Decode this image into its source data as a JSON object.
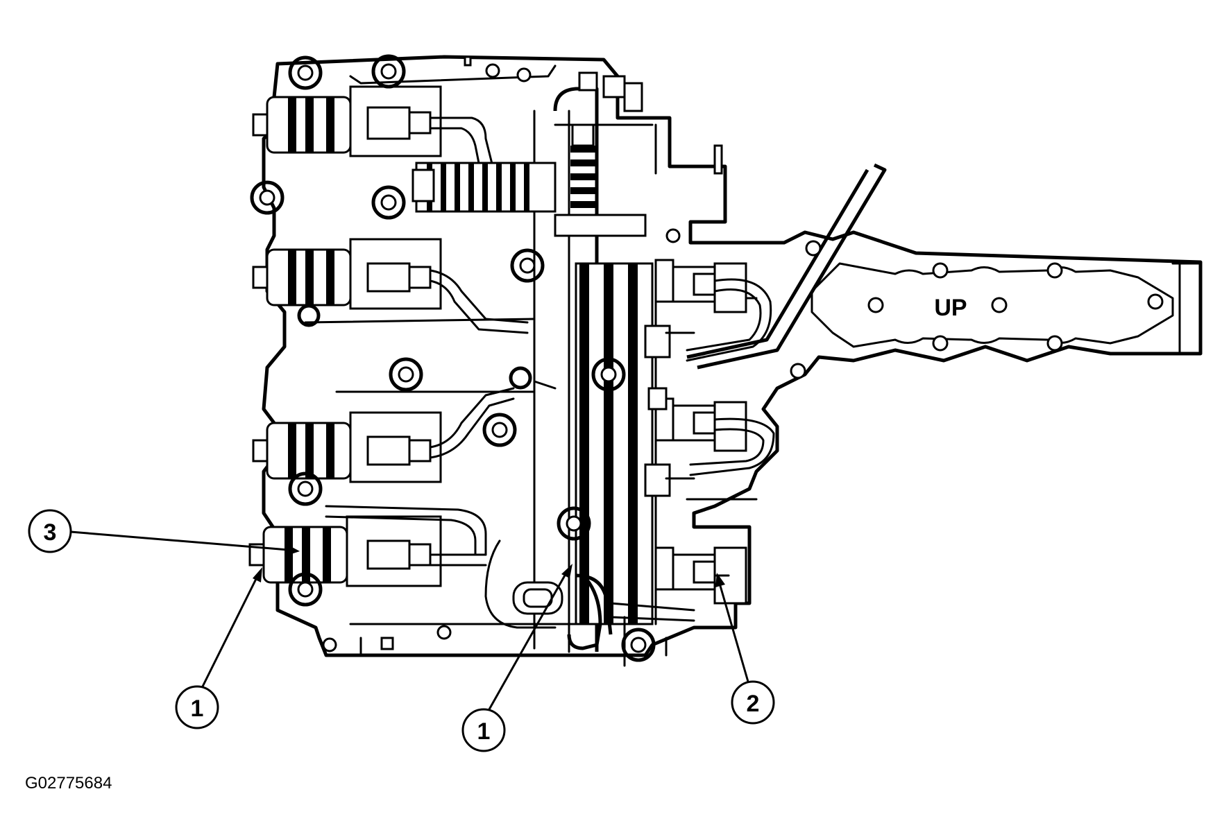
{
  "figure_id": "G02775684",
  "panel_label": "UP",
  "callouts": [
    {
      "id": "callout-3",
      "label": "3"
    },
    {
      "id": "callout-1-left",
      "label": "1"
    },
    {
      "id": "callout-1-center",
      "label": "1"
    },
    {
      "id": "callout-2",
      "label": "2"
    }
  ]
}
